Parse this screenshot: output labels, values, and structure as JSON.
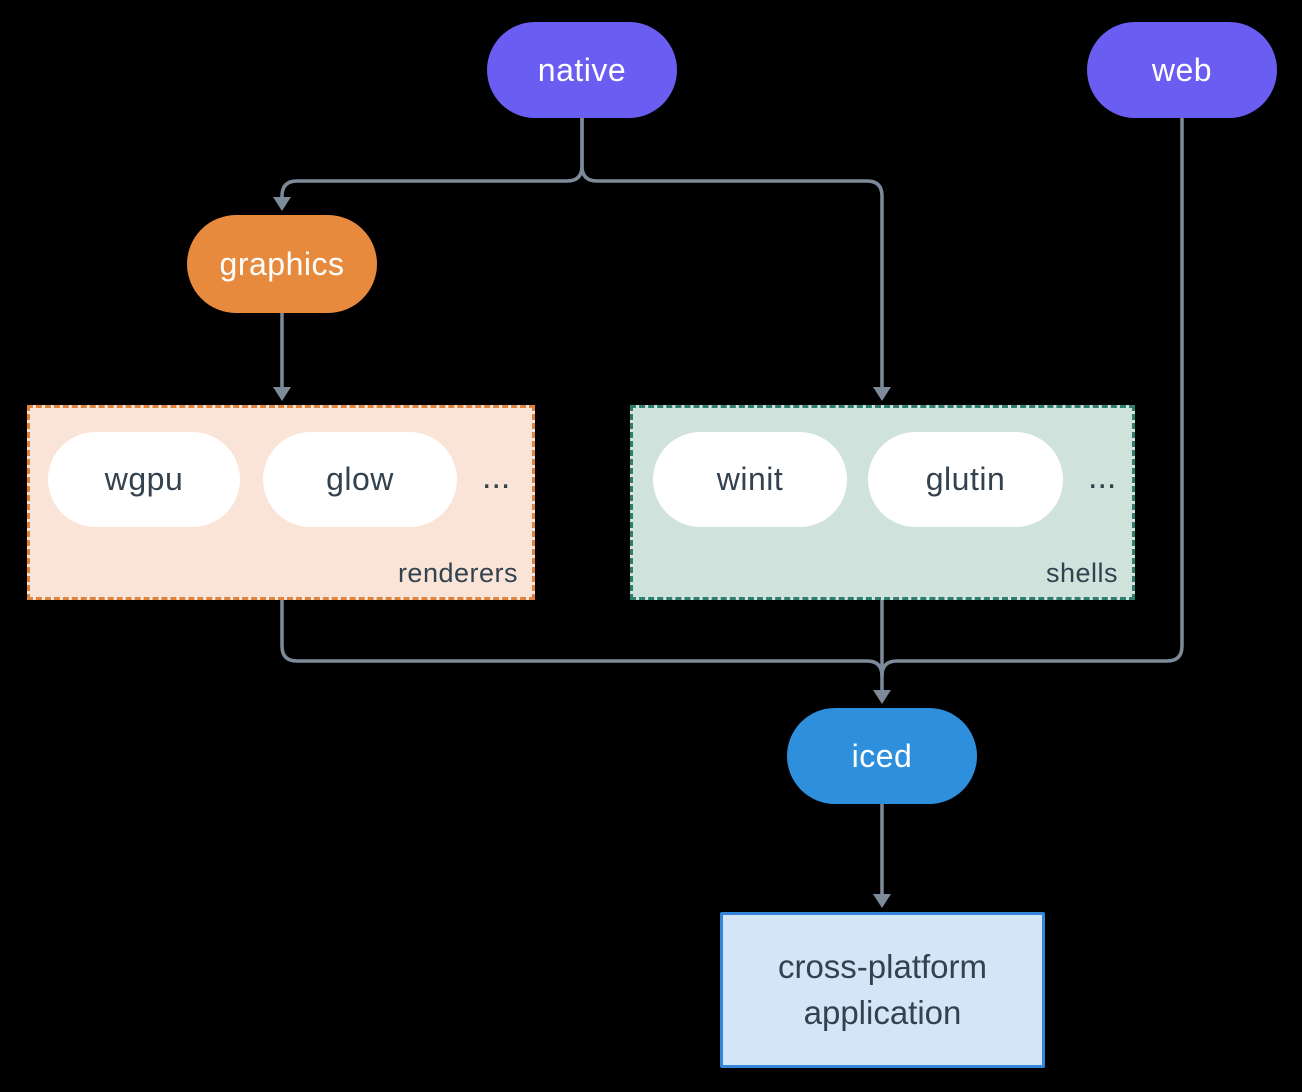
{
  "nodes": {
    "native": "native",
    "web": "web",
    "graphics": "graphics",
    "iced": "iced",
    "application": "cross-platform application"
  },
  "groups": {
    "renderers": {
      "label": "renderers",
      "items": [
        "wgpu",
        "glow"
      ],
      "more": "..."
    },
    "shells": {
      "label": "shells",
      "items": [
        "winit",
        "glutin"
      ],
      "more": "..."
    }
  },
  "colors": {
    "background": "#000000",
    "platform_node": "#6a5df1",
    "graphics_node": "#e78a3d",
    "iced_node": "#2e8fdd",
    "item_node": "#ffffff",
    "renderers_fill": "#f9e4d7",
    "renderers_border": "#e0833c",
    "shells_fill": "#cfe2db",
    "shells_border": "#2f7f6f",
    "application_fill": "#d3e5f6",
    "application_border": "#3586d8",
    "connector": "#7d8a99",
    "dark_text": "#33424e",
    "light_text": "#ffffff"
  }
}
